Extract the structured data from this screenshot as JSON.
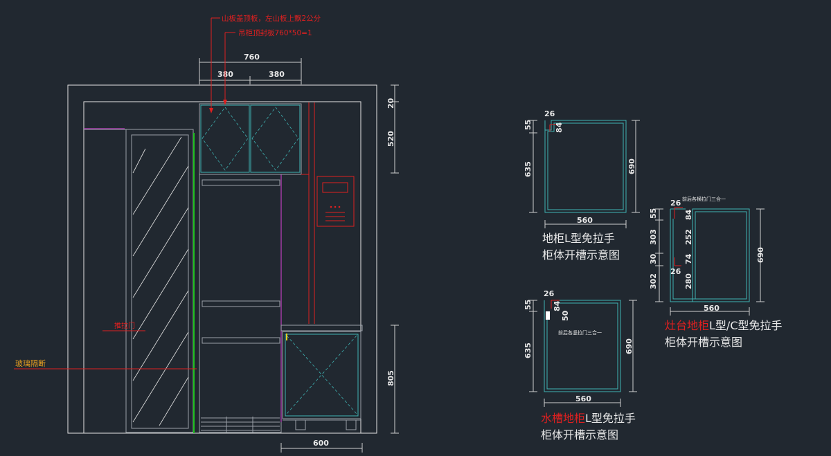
{
  "notes": {
    "side_panel": "山板盖顶板，左山板上飘2公分",
    "top_panel": "吊柜顶封板760*50=1",
    "sliding_door": "推拉门",
    "glass_partition": "玻璃隔断"
  },
  "elevation_dims": {
    "total_width": "760",
    "half_left": "380",
    "half_right": "380",
    "top_gap": "20",
    "upper_height": "520",
    "base_height": "805",
    "base_width": "600"
  },
  "fig1": {
    "dims": {
      "d26": "26",
      "d84": "84",
      "d55": "55",
      "d635": "635",
      "d690": "690",
      "d560": "560"
    },
    "caption_line1": "地柜L型免拉手",
    "caption_line2": "柜体开槽示意图"
  },
  "fig2": {
    "note": "前后各横拉门三合一",
    "dims": {
      "d26a": "26",
      "d55": "55",
      "d84": "84",
      "d303": "303",
      "d252": "252",
      "d30": "30",
      "d74": "74",
      "d26b": "26",
      "d302": "302",
      "d280": "280",
      "d690": "690",
      "d560": "560"
    },
    "caption_red": "灶台地柜",
    "caption_white": "L型/C型免拉手",
    "caption_line2": "柜体开槽示意图"
  },
  "fig3": {
    "note": "前后各竖拉门三合一",
    "dims": {
      "d26": "26",
      "d55": "55",
      "d84": "84",
      "d50": "50",
      "d635": "635",
      "d690": "690",
      "d560": "560"
    },
    "caption_red": "水槽地柜",
    "caption_white": "L型免拉手",
    "caption_line2": "柜体开槽示意图"
  },
  "colors": {
    "background": "#212830",
    "annotation_red": "#e02020",
    "glass_label": "#e8a020",
    "cabinet_cyan": "#3fb3b3",
    "trim_magenta": "#c040c0",
    "partition_green": "#20c020"
  }
}
